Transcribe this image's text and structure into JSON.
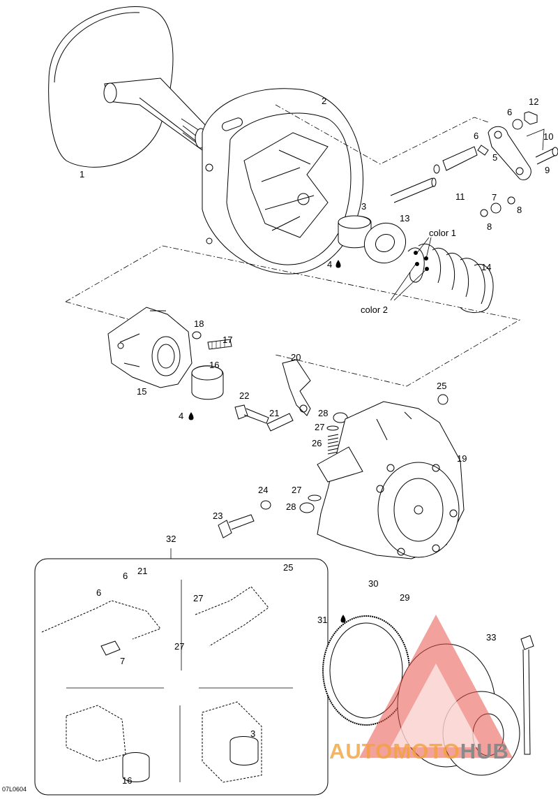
{
  "diagram_code": "07L0604",
  "callouts": {
    "c1": "1",
    "c2": "2",
    "c3": "3",
    "c3b": "3",
    "c4a": "4",
    "c4b": "4",
    "c5": "5",
    "c6a": "6",
    "c6b": "6",
    "c6c": "6",
    "c6d": "6",
    "c7a": "7",
    "c7b": "7",
    "c8a": "8",
    "c8b": "8",
    "c9": "9",
    "c10": "10",
    "c11": "11",
    "c12": "12",
    "c13": "13",
    "c14": "14",
    "c15": "15",
    "c16a": "16",
    "c16b": "16",
    "c17": "17",
    "c18": "18",
    "c19": "19",
    "c20": "20",
    "c21a": "21",
    "c21b": "21",
    "c22": "22",
    "c23": "23",
    "c24": "24",
    "c25a": "25",
    "c25b": "25",
    "c26": "26",
    "c27a": "27",
    "c27b": "27",
    "c27c": "27",
    "c27d": "27",
    "c28a": "28",
    "c28b": "28",
    "c29": "29",
    "c30": "30",
    "c31": "31",
    "c32": "32",
    "c33": "33",
    "color1": "color 1",
    "color2": "color 2"
  },
  "watermark": {
    "part1": "AUTOMOTO",
    "part2": "HUB",
    "color": "#e8534a"
  }
}
